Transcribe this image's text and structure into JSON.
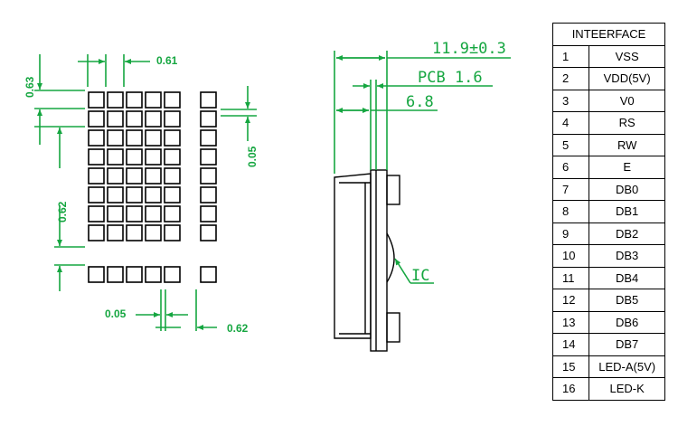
{
  "dimensions": {
    "pixel_pitch": "0.61",
    "pixel_height": "0.63",
    "pixel_gap": "0.05",
    "cursor_gap": "0.62",
    "bottom_gap": "0.05",
    "bottom_width": "0.62"
  },
  "side_view": {
    "total_thickness": "11.9±0.3",
    "pcb": "PCB 1.6",
    "module": "6.8",
    "ic": "IC"
  },
  "pin_table": {
    "header": "INTEERFACE",
    "rows": [
      {
        "pin": "1",
        "signal": "VSS"
      },
      {
        "pin": "2",
        "signal": "VDD(5V)"
      },
      {
        "pin": "3",
        "signal": "V0"
      },
      {
        "pin": "4",
        "signal": "RS"
      },
      {
        "pin": "5",
        "signal": "RW"
      },
      {
        "pin": "6",
        "signal": "E"
      },
      {
        "pin": "7",
        "signal": "DB0"
      },
      {
        "pin": "8",
        "signal": "DB1"
      },
      {
        "pin": "9",
        "signal": "DB2"
      },
      {
        "pin": "10",
        "signal": "DB3"
      },
      {
        "pin": "11",
        "signal": "DB4"
      },
      {
        "pin": "12",
        "signal": "DB5"
      },
      {
        "pin": "13",
        "signal": "DB6"
      },
      {
        "pin": "14",
        "signal": "DB7"
      },
      {
        "pin": "15",
        "signal": "LED-A(5V)"
      },
      {
        "pin": "16",
        "signal": "LED-K"
      }
    ]
  },
  "colors": {
    "dimension": "#15a640",
    "outline": "#000000"
  }
}
